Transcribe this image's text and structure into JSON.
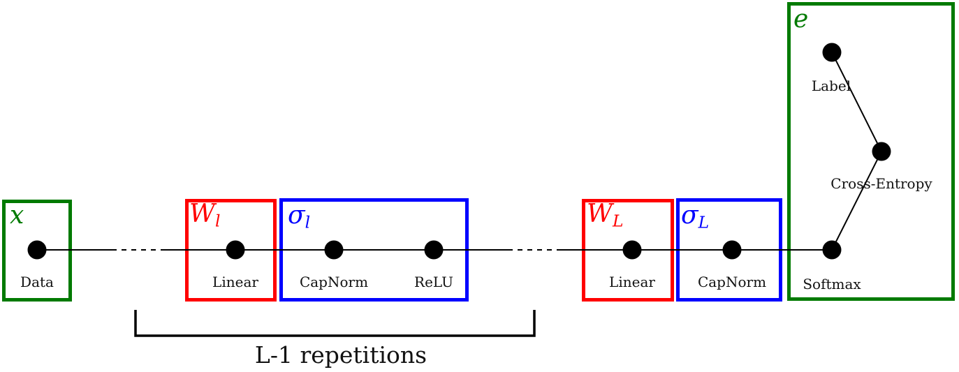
{
  "colors": {
    "green": "#007a00",
    "red": "#ff0000",
    "blue": "#0000ff",
    "ink": "#000000"
  },
  "stages": {
    "input": {
      "symbol": "x",
      "node": "Data"
    },
    "hidden_linear": {
      "symbol_base": "W",
      "symbol_sub": "l",
      "node": "Linear"
    },
    "hidden_activation": {
      "symbol_base": "σ",
      "symbol_sub": "l",
      "node_capnorm": "CapNorm",
      "node_relu": "ReLU"
    },
    "final_linear": {
      "symbol_base": "W",
      "symbol_sub": "L",
      "node": "Linear"
    },
    "final_activation": {
      "symbol_base": "σ",
      "symbol_sub": "L",
      "node_capnorm": "CapNorm"
    },
    "error": {
      "symbol": "e",
      "node_softmax": "Softmax",
      "node_cross_entropy": "Cross-Entropy",
      "node_label": "Label"
    }
  },
  "annotation": {
    "bracket_label": "L-1 repetitions"
  }
}
